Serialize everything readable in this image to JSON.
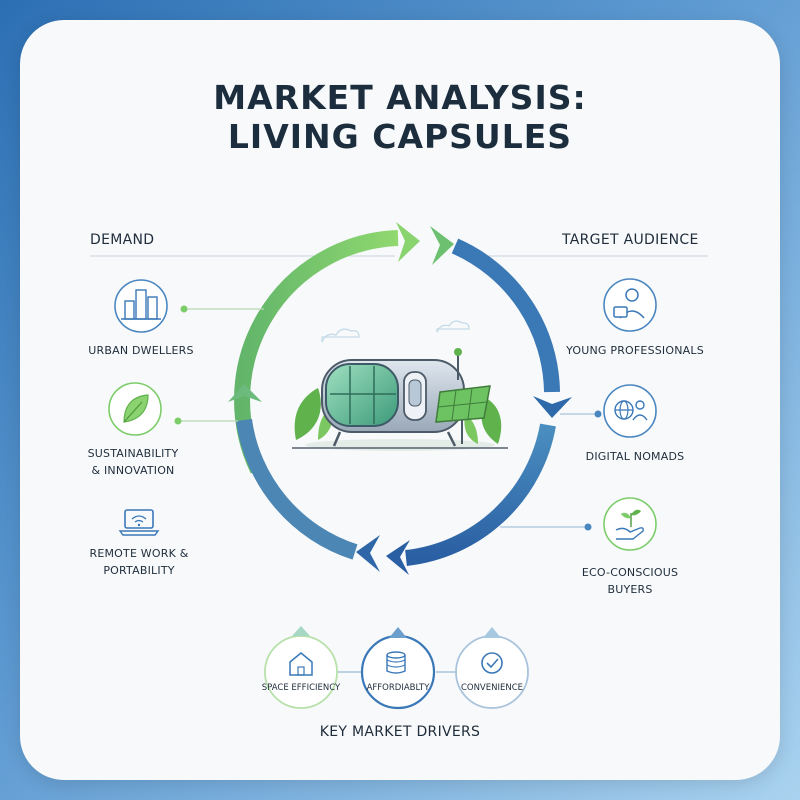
{
  "title": {
    "line1": "MARKET ANALYSIS:",
    "line2": "LIVING CAPSULES"
  },
  "demand": {
    "heading": "DEMAND",
    "items": [
      {
        "label_lines": [
          "URBAN DWELLERS"
        ],
        "icon": "buildings-icon"
      },
      {
        "label_lines": [
          "SUSTAINABILITY",
          "& INNOVATION"
        ],
        "icon": "leaf-icon"
      },
      {
        "label_lines": [
          "REMOTE WORK &",
          "PORTABILITY"
        ],
        "icon": "laptop-wifi-icon"
      }
    ]
  },
  "audience": {
    "heading": "TARGET AUDIENCE",
    "items": [
      {
        "label_lines": [
          "YOUNG PROFESSIONALS"
        ],
        "icon": "professional-briefcase-icon"
      },
      {
        "label_lines": [
          "DIGITAL NOMADS"
        ],
        "icon": "globe-person-icon"
      },
      {
        "label_lines": [
          "ECO-CONSCIOUS",
          "BUYERS"
        ],
        "icon": "plant-hand-icon"
      }
    ]
  },
  "drivers": {
    "heading": "KEY MARKET DRIVERS",
    "items": [
      {
        "label": "SPACE EFFICIENCY",
        "icon": "house-icon"
      },
      {
        "label": "AFFORDIABLTY",
        "icon": "coins-icon"
      },
      {
        "label": "CONVENIENCE",
        "icon": "check-badge-icon"
      }
    ]
  },
  "colors": {
    "green": "#7ccd6a",
    "blue": "#2d6db0",
    "dark_text": "#1f2d3b",
    "icon_blue": "#3a78b8",
    "icon_green": "#5fb24c"
  }
}
